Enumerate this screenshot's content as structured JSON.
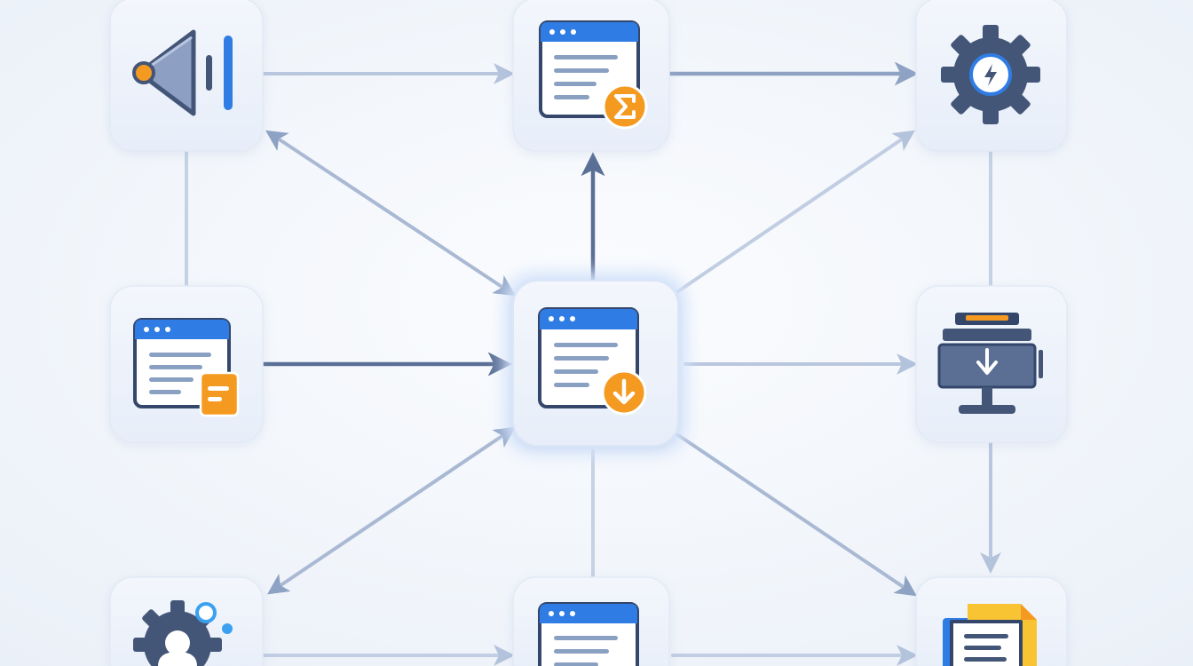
{
  "colors": {
    "background": "#f1f5fb",
    "tile_fill": "#eef3fb",
    "tile_stroke": "#e3eaf5",
    "center_glow": "#d7e5fb",
    "edge_dark": "#5a6f96",
    "edge_mid": "#8ea2c4",
    "edge_light": "#b9c7de",
    "icon_dark": "#445678",
    "icon_navy": "#34476b",
    "window_bar": "#2f7de4",
    "window_bar_light": "#4a92ec",
    "window_body": "#ffffff",
    "text_line": "#8aa0c2",
    "accent_orange": "#f59a21",
    "accent_yellow": "#f9c433",
    "accent_blue": "#2f7de4",
    "accent_cyan": "#3aa0f0"
  },
  "nodes": [
    {
      "id": "speaker",
      "name": "node-speaker",
      "icon": "megaphone-icon"
    },
    {
      "id": "doc-top",
      "name": "node-document-top",
      "icon": "browser-window-icon",
      "badge": "sigma-badge-icon"
    },
    {
      "id": "gear-top",
      "name": "node-settings-top",
      "icon": "gear-bolt-icon"
    },
    {
      "id": "doc-left",
      "name": "node-document-left",
      "icon": "browser-window-icon",
      "badge": "chat-badge-icon"
    },
    {
      "id": "center",
      "name": "node-document-center",
      "icon": "browser-window-icon",
      "badge": "download-badge-icon"
    },
    {
      "id": "monitor",
      "name": "node-monitor",
      "icon": "monitor-download-icon"
    },
    {
      "id": "gear-bottom",
      "name": "node-settings-bottom",
      "icon": "gear-user-icon"
    },
    {
      "id": "doc-bottom",
      "name": "node-document-bottom",
      "icon": "browser-window-icon"
    },
    {
      "id": "file-bottom",
      "name": "node-file-bottom",
      "icon": "file-document-icon"
    }
  ],
  "edges": [
    {
      "id": "speaker-to-doc-top",
      "from": "speaker",
      "to": "doc-top",
      "style": "light",
      "arrow": "end"
    },
    {
      "id": "doc-top-to-gear-top",
      "from": "doc-top",
      "to": "gear-top",
      "style": "mid",
      "arrow": "end"
    },
    {
      "id": "speaker-to-doc-left",
      "from": "speaker",
      "to": "doc-left",
      "style": "light",
      "arrow": "none"
    },
    {
      "id": "speaker-center",
      "from": "speaker",
      "to": "center",
      "style": "mid",
      "arrow": "both"
    },
    {
      "id": "center-to-doc-top",
      "from": "center",
      "to": "doc-top",
      "style": "dark",
      "arrow": "end"
    },
    {
      "id": "center-to-gear-top",
      "from": "center",
      "to": "gear-top",
      "style": "light",
      "arrow": "end"
    },
    {
      "id": "gear-top-to-monitor",
      "from": "gear-top",
      "to": "monitor",
      "style": "light",
      "arrow": "none"
    },
    {
      "id": "doc-left-to-center",
      "from": "doc-left",
      "to": "center",
      "style": "dark",
      "arrow": "end"
    },
    {
      "id": "center-to-monitor",
      "from": "center",
      "to": "monitor",
      "style": "light",
      "arrow": "end"
    },
    {
      "id": "monitor-to-file",
      "from": "monitor",
      "to": "file-bottom",
      "style": "light",
      "arrow": "end"
    },
    {
      "id": "center-gear-bottom",
      "from": "center",
      "to": "gear-bottom",
      "style": "mid",
      "arrow": "both"
    },
    {
      "id": "center-to-doc-bottom",
      "from": "center",
      "to": "doc-bottom",
      "style": "light",
      "arrow": "none"
    },
    {
      "id": "center-to-file",
      "from": "center",
      "to": "file-bottom",
      "style": "mid",
      "arrow": "end"
    },
    {
      "id": "gear-bottom-to-doc-bottom",
      "from": "gear-bottom",
      "to": "doc-bottom",
      "style": "light",
      "arrow": "end"
    },
    {
      "id": "doc-bottom-to-file",
      "from": "doc-bottom",
      "to": "file-bottom",
      "style": "light",
      "arrow": "end"
    }
  ]
}
